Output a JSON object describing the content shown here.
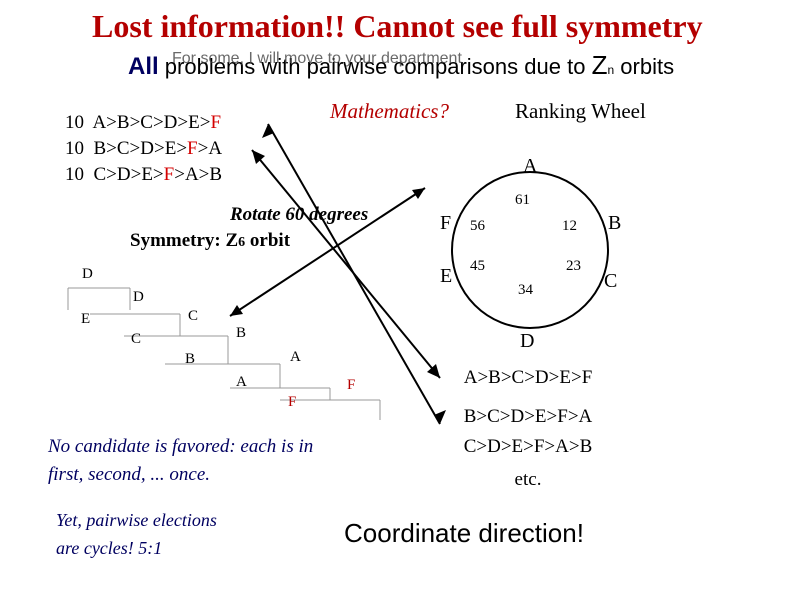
{
  "header": {
    "title": "Lost information!! Cannot see full symmetry",
    "subtitle_all": "All",
    "subtitle_main": "problems with pairwise comparisons due to",
    "subtitle_z": "Z",
    "subtitle_n": "n",
    "subtitle_end": "orbits",
    "subtitle_overlap": "For some, I will move to your department"
  },
  "rankings": {
    "rows": [
      {
        "count": "10",
        "prefix": "A>B>C>D>E>",
        "red": "F",
        "suffix": ""
      },
      {
        "count": "10",
        "prefix": "B>C>D>E>",
        "red": "F",
        "suffix": ">A"
      },
      {
        "count": "10",
        "prefix": "C>D>E>",
        "red": "F",
        "suffix": ">A>B"
      }
    ]
  },
  "labels": {
    "mathematics": "Mathematics?",
    "ranking_wheel": "Ranking Wheel",
    "rotate": "Rotate 60 degrees",
    "symmetry": "Symmetry: Z",
    "symmetry_sub": "6",
    "symmetry_end": "orbit"
  },
  "wheel": {
    "letters": {
      "A": "A",
      "B": "B",
      "C": "C",
      "D": "D",
      "E": "E",
      "F": "F"
    },
    "nums": {
      "n61": "61",
      "n12": "12",
      "n23": "23",
      "n34": "34",
      "n45": "45",
      "n56": "56"
    }
  },
  "tree": {
    "labels": [
      "D",
      "D",
      "E",
      "C",
      "C",
      "B",
      "B",
      "A",
      "A",
      "F",
      "F"
    ]
  },
  "notes": {
    "no_candidate": "No candidate is favored: each is in",
    "no_candidate_2": "first, second, ... once.",
    "cycles_1": "Yet, pairwise elections",
    "cycles_2": "are cycles!   5:1"
  },
  "right_list": {
    "line1": "A>B>C>D>E>F",
    "line2": "B>C>D>E>F>A",
    "line3": "C>D>E>F>A>B",
    "line4": "etc."
  },
  "coordinate": "Coordinate direction!",
  "colors": {
    "title": "#b40000",
    "accent_red": "#d40000",
    "note_blue": "#000060"
  }
}
